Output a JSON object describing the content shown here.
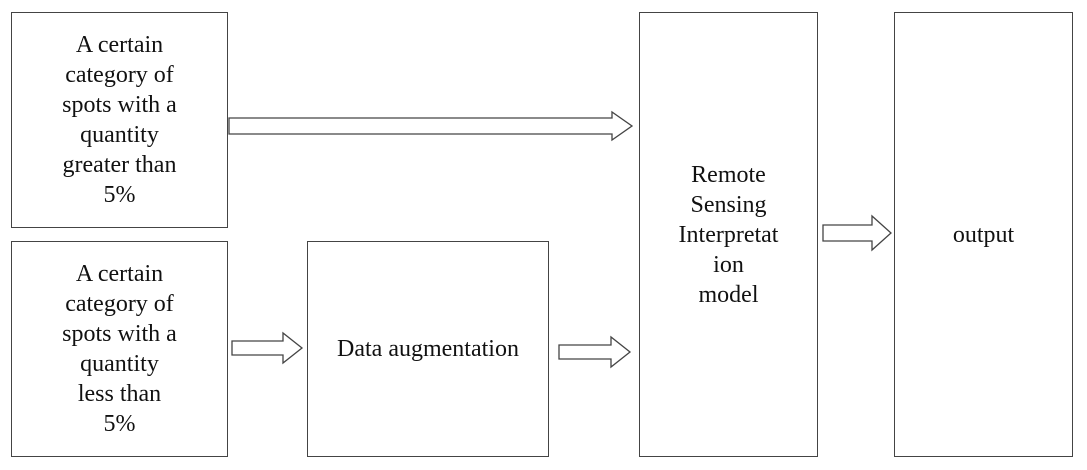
{
  "diagram": {
    "box_greater": {
      "label": "A certain\ncategory of\nspots with a\nquantity\ngreater than\n5%"
    },
    "box_less": {
      "label": "A certain\ncategory of\nspots with a\nquantity\nless than\n5%"
    },
    "box_augment": {
      "label": "Data augmentation"
    },
    "box_model": {
      "label": "Remote\nSensing\nInterpretat\nion\nmodel"
    },
    "box_output": {
      "label": "output"
    },
    "colors": {
      "border": "#444444",
      "text": "#111111",
      "background": "#ffffff"
    }
  }
}
